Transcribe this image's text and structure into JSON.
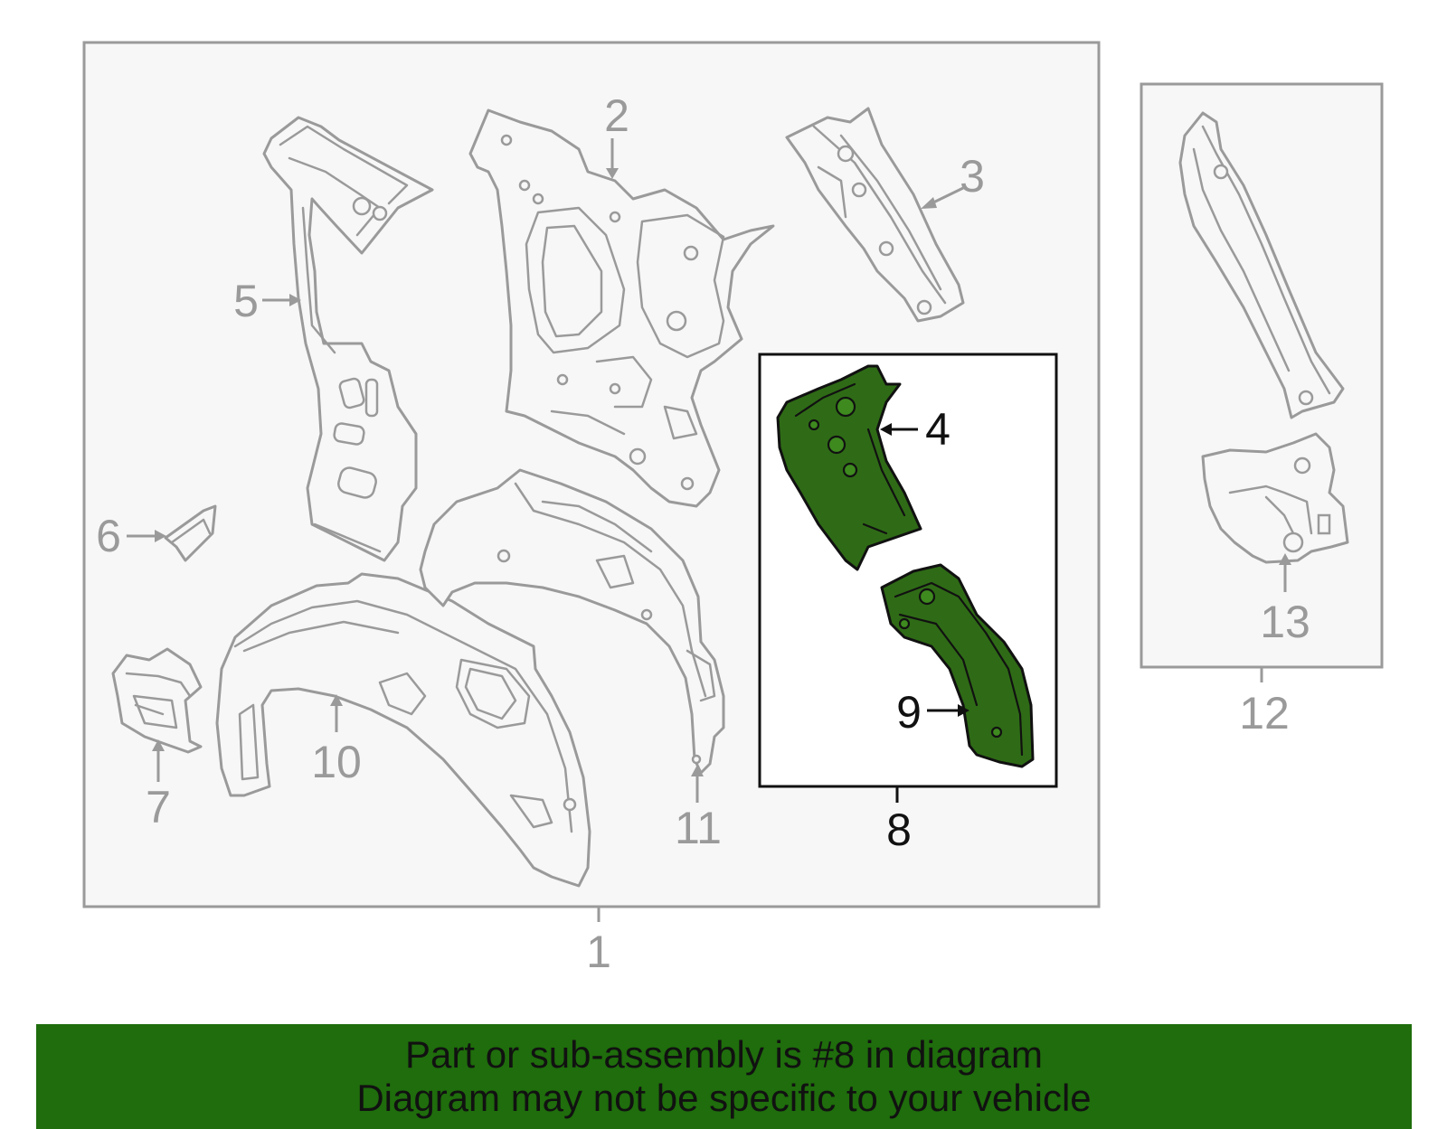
{
  "callouts": {
    "c1": "1",
    "c2": "2",
    "c3": "3",
    "c4": "4",
    "c5": "5",
    "c6": "6",
    "c7": "7",
    "c8": "8",
    "c9": "9",
    "c10": "10",
    "c11": "11",
    "c12": "12",
    "c13": "13"
  },
  "highlighted_part": "8",
  "banner": {
    "line1": "Part or sub-assembly is #8 in diagram",
    "line2": "Diagram may not be specific to your vehicle"
  },
  "colors": {
    "highlight_fill": "#2f6b16",
    "banner_background": "#1f6d0c",
    "line_gray": "#9a9a9a",
    "panel_background": "#f7f7f7"
  }
}
